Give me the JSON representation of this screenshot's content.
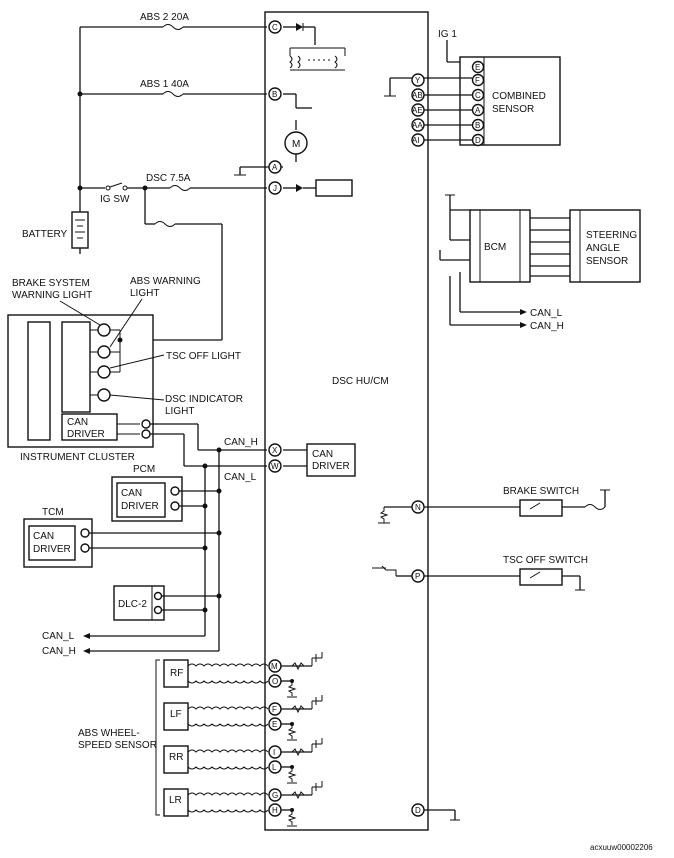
{
  "main_unit": {
    "label": "DSC HU/CM"
  },
  "fuses": {
    "abs2": "ABS 2 20A",
    "abs1": "ABS 1 40A",
    "dsc": "DSC 7.5A"
  },
  "supply": {
    "ig_sw": "IG SW",
    "battery": "BATTERY",
    "ig1": "IG 1"
  },
  "pins": {
    "C": "C",
    "B": "B",
    "A": "A",
    "J": "J",
    "X": "X",
    "W": "W",
    "N": "N",
    "P": "P",
    "D": "D",
    "M": "M",
    "O": "O",
    "F": "F",
    "E": "E",
    "I": "I",
    "L": "L",
    "G": "G",
    "H": "H"
  },
  "combined_sensor": {
    "label_line1": "COMBINED",
    "label_line2": "SENSOR",
    "left_pins": [
      "Y",
      "AB",
      "AE",
      "AA",
      "AI"
    ],
    "right_pins": [
      "E",
      "F",
      "C",
      "A",
      "B",
      "D"
    ]
  },
  "bcm": {
    "label": "BCM"
  },
  "steering_sensor": {
    "line1": "STEERING",
    "line2": "ANGLE",
    "line3": "SENSOR"
  },
  "can": {
    "can_l": "CAN_L",
    "can_h": "CAN_H",
    "driver1": "CAN",
    "driver2": "DRIVER"
  },
  "cluster": {
    "title": "INSTRUMENT CLUSTER",
    "brake_line1": "BRAKE SYSTEM",
    "brake_line2": "WARNING LIGHT",
    "abs_line1": "ABS WARNING",
    "abs_line2": "LIGHT",
    "tsc_off": "TSC OFF LIGHT",
    "dsc_line1": "DSC INDICATOR",
    "dsc_line2": "LIGHT"
  },
  "modules": {
    "pcm": "PCM",
    "tcm": "TCM",
    "dlc": "DLC-2"
  },
  "switches": {
    "brake": "BRAKE SWITCH",
    "tsc_off": "TSC OFF SWITCH"
  },
  "wheel_sensors": {
    "title_line1": "ABS WHEEL-",
    "title_line2": "SPEED SENSOR",
    "rf": "RF",
    "lf": "LF",
    "rr": "RR",
    "lr": "LR"
  },
  "motor": "M",
  "footer": "acxuuw00002206"
}
